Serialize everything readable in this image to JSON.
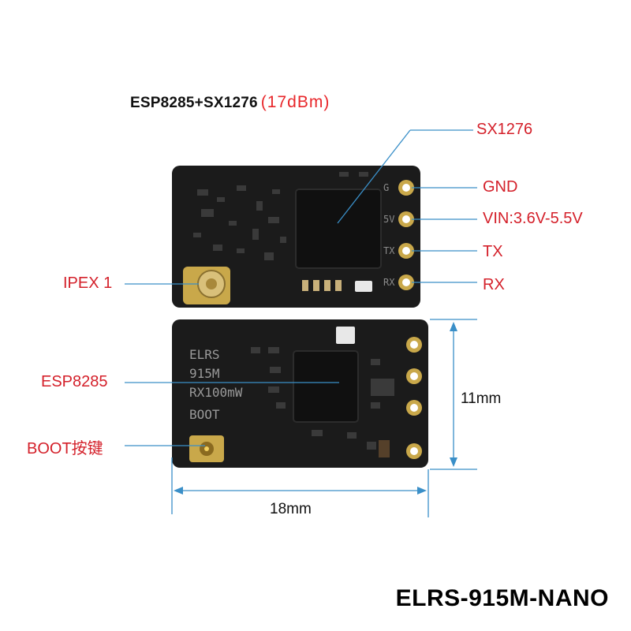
{
  "header": {
    "chips": "ESP8285+SX1276",
    "power": "(17dBm)"
  },
  "callouts": {
    "sx1276": "SX1276",
    "gnd": "GND",
    "vin": "VIN:3.6V-5.5V",
    "tx": "TX",
    "rx": "RX",
    "ipex": "IPEX 1",
    "esp8285": "ESP8285",
    "boot": "BOOT按键"
  },
  "silkscreen": {
    "line1": "ELRS",
    "line2": "915M",
    "line3": "RX100mW",
    "boot": "BOOT",
    "pins_top": [
      "G",
      "5V",
      "TX",
      "RX"
    ]
  },
  "dimensions": {
    "height": "11mm",
    "width": "18mm"
  },
  "model": "ELRS-915M-NANO",
  "colors": {
    "callout_text": "#d4202a",
    "leader_line": "#3a8fc8",
    "pcb": "#1b1b1b",
    "pad_gold": "#c9a84a"
  }
}
